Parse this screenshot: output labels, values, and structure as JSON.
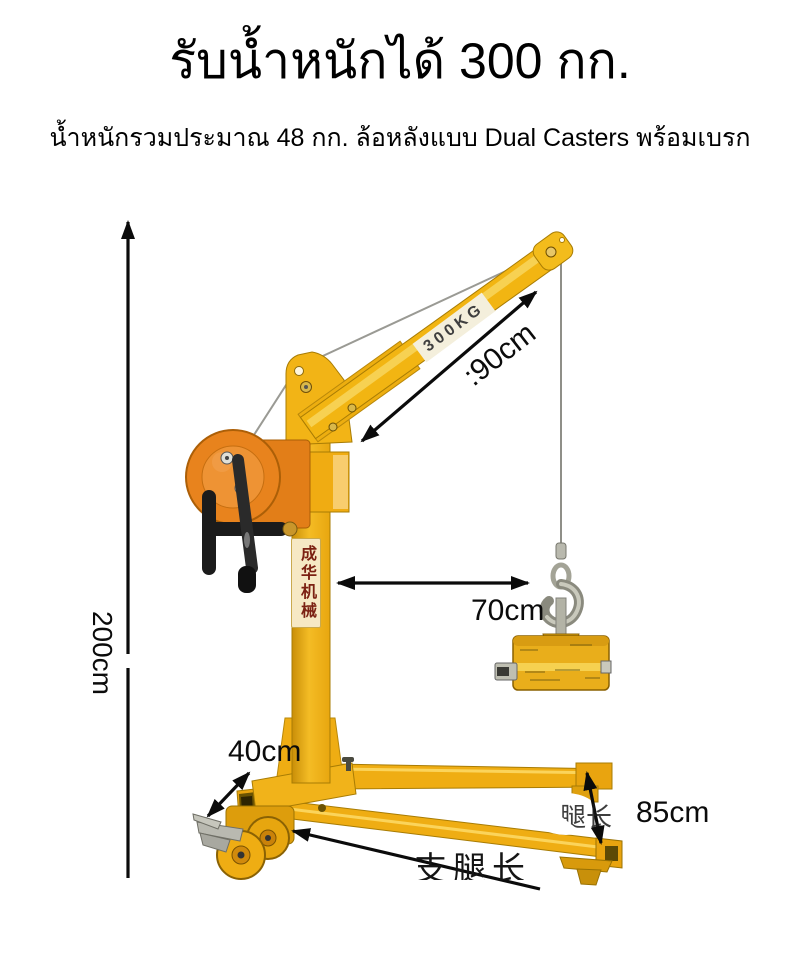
{
  "header": {
    "title": "รับน้ำหนักได้ 300 กก.",
    "subtitle": "น้ำหนักรวมประมาณ 48 กก. ล้อหลังแบบ Dual Casters พร้อมเบรก"
  },
  "figure": {
    "capacity_label": "300KG",
    "brand_label": "成华机械",
    "dimensions": {
      "height": "200cm",
      "boom_length": ":90cm",
      "reach": "70cm",
      "rear_width": "40cm",
      "leg_length": "85cm"
    },
    "partial_captions": {
      "leg_near_wheel": "腿长",
      "leg_bottom_cutoff": "支腿长"
    },
    "colors": {
      "crane_yellow": "#F0AE14",
      "crane_yellow_light": "#F9D65E",
      "crane_yellow_dark": "#A87C04",
      "winch_orange": "#E8831D",
      "label_cream": "#F4EFDC",
      "annotation_black": "#111111",
      "cable_gray": "#9A9A94"
    }
  }
}
